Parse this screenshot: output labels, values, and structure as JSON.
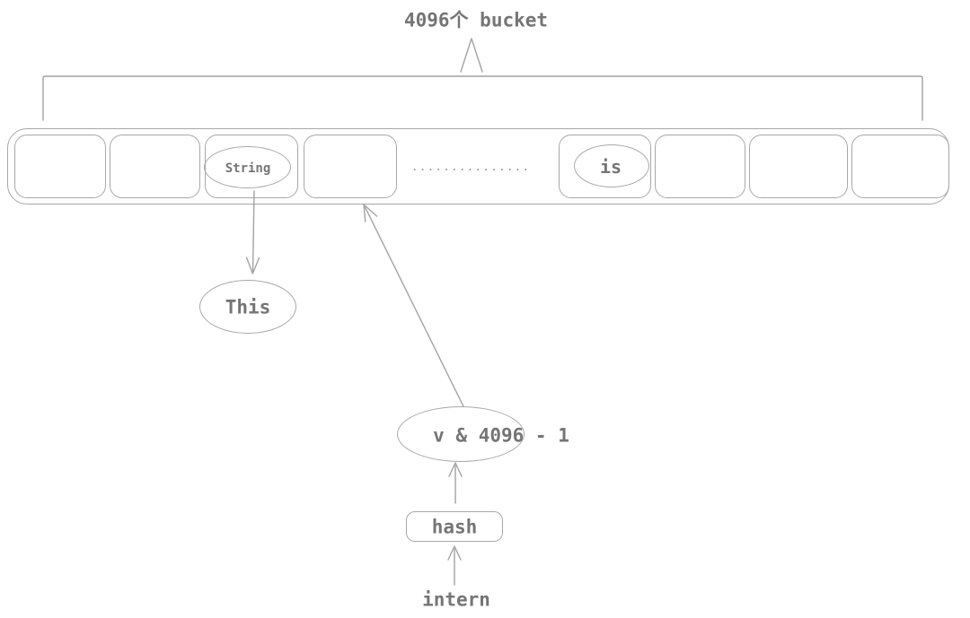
{
  "title": "4096个 bucket",
  "colors": {
    "stroke": "#a8a8a8",
    "text": "#757575",
    "background": "#ffffff"
  },
  "bucket_array": {
    "visible_cell_count": 8,
    "cell_labels": [
      "",
      "",
      "String",
      "",
      "is",
      "",
      "",
      ""
    ],
    "gap_dots": "···············"
  },
  "nodes": {
    "this_label": "This",
    "index_expr": "v & 4096 - 1",
    "hash_label": "hash",
    "intern_label": "intern"
  }
}
